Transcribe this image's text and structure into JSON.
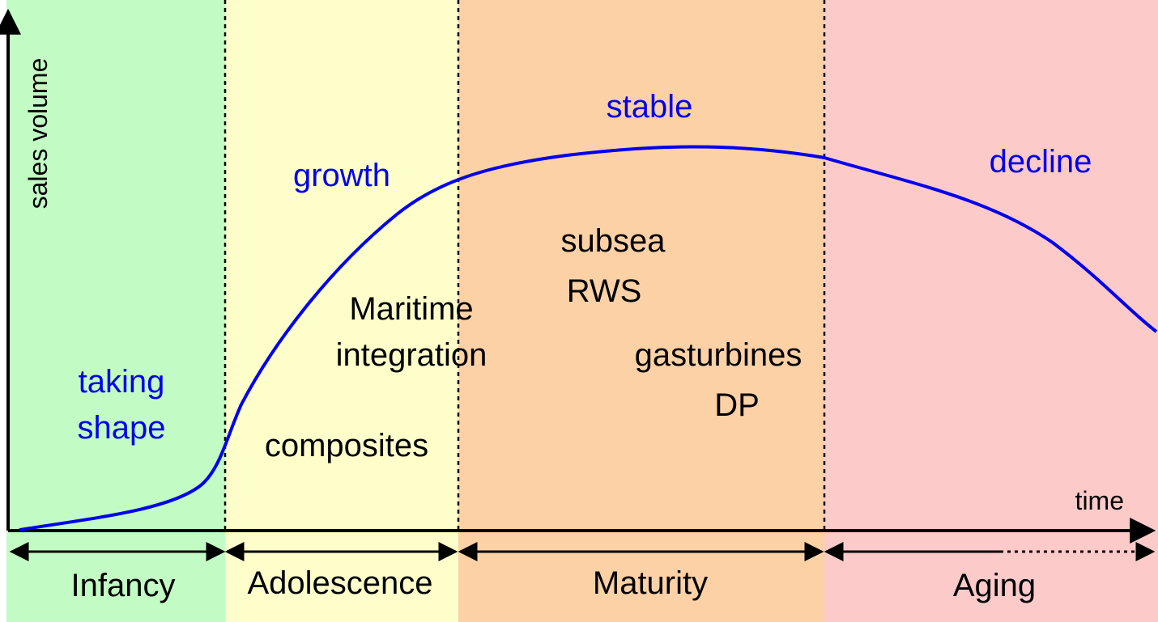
{
  "axes": {
    "y_label": "sales volume",
    "x_label": "time"
  },
  "phases": [
    {
      "name": "Infancy",
      "color": "#c2fcc4",
      "curve_label": "taking shape"
    },
    {
      "name": "Adolescence",
      "color": "#fefecb",
      "curve_label": "growth"
    },
    {
      "name": "Maturity",
      "color": "#fdd1a6",
      "curve_label": "stable"
    },
    {
      "name": "Aging",
      "color": "#fdcaca",
      "curve_label": "decline"
    }
  ],
  "curve_label_multiline": {
    "taking_shape_line1": "taking",
    "taking_shape_line2": "shape"
  },
  "items": {
    "composites": "composites",
    "maritime_line1": "Maritime",
    "maritime_line2": "integration",
    "subsea": "subsea",
    "rws": "RWS",
    "gasturbines": "gasturbines",
    "dp": "DP"
  },
  "colors": {
    "curve": "#0000ee",
    "curve_label": "#0000ee",
    "item_text": "#000000",
    "axis": "#000000"
  }
}
